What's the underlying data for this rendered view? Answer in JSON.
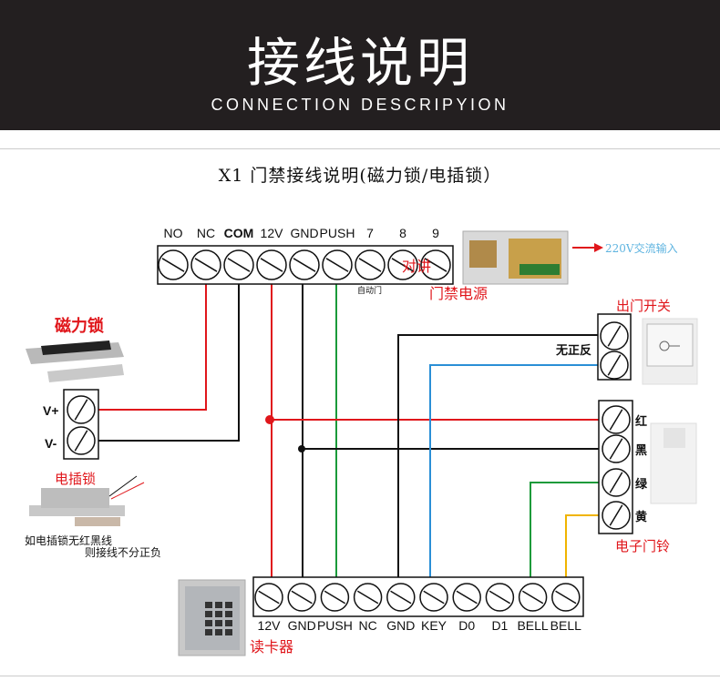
{
  "header": {
    "title": "接线说明",
    "subtitle": "CONNECTION DESCRIPYION"
  },
  "diagram_title": "X1 门禁接线说明(磁力锁/电插锁）",
  "top_block": {
    "labels": [
      "NO",
      "NC",
      "COM",
      "12V",
      "GND",
      "PUSH",
      "7",
      "8",
      "9"
    ],
    "note_auto_door": "自动门",
    "note_intercom": "对讲"
  },
  "power_supply": {
    "label": "门禁电源",
    "input": "220V交流输入"
  },
  "mag_lock": {
    "label": "磁力锁",
    "vplus": "V+",
    "vminus": "V-"
  },
  "strike_lock": {
    "label": "电插锁",
    "note1": "如电插锁无红黑线",
    "note2": "则接线不分正负"
  },
  "exit_switch": {
    "label": "出门开关",
    "note": "无正反"
  },
  "doorbell": {
    "label": "电子门铃",
    "wires": [
      "红",
      "黑",
      "绿",
      "黄"
    ]
  },
  "reader": {
    "label": "读卡器",
    "labels": [
      "12V",
      "GND",
      "PUSH",
      "NC",
      "GND",
      "KEY",
      "D0",
      "D1",
      "BELL",
      "BELL"
    ]
  },
  "colors": {
    "red": "#e0161b",
    "black": "#111111",
    "green": "#1a9a3a",
    "blue": "#2a8fd6",
    "yellow": "#f0b400"
  }
}
